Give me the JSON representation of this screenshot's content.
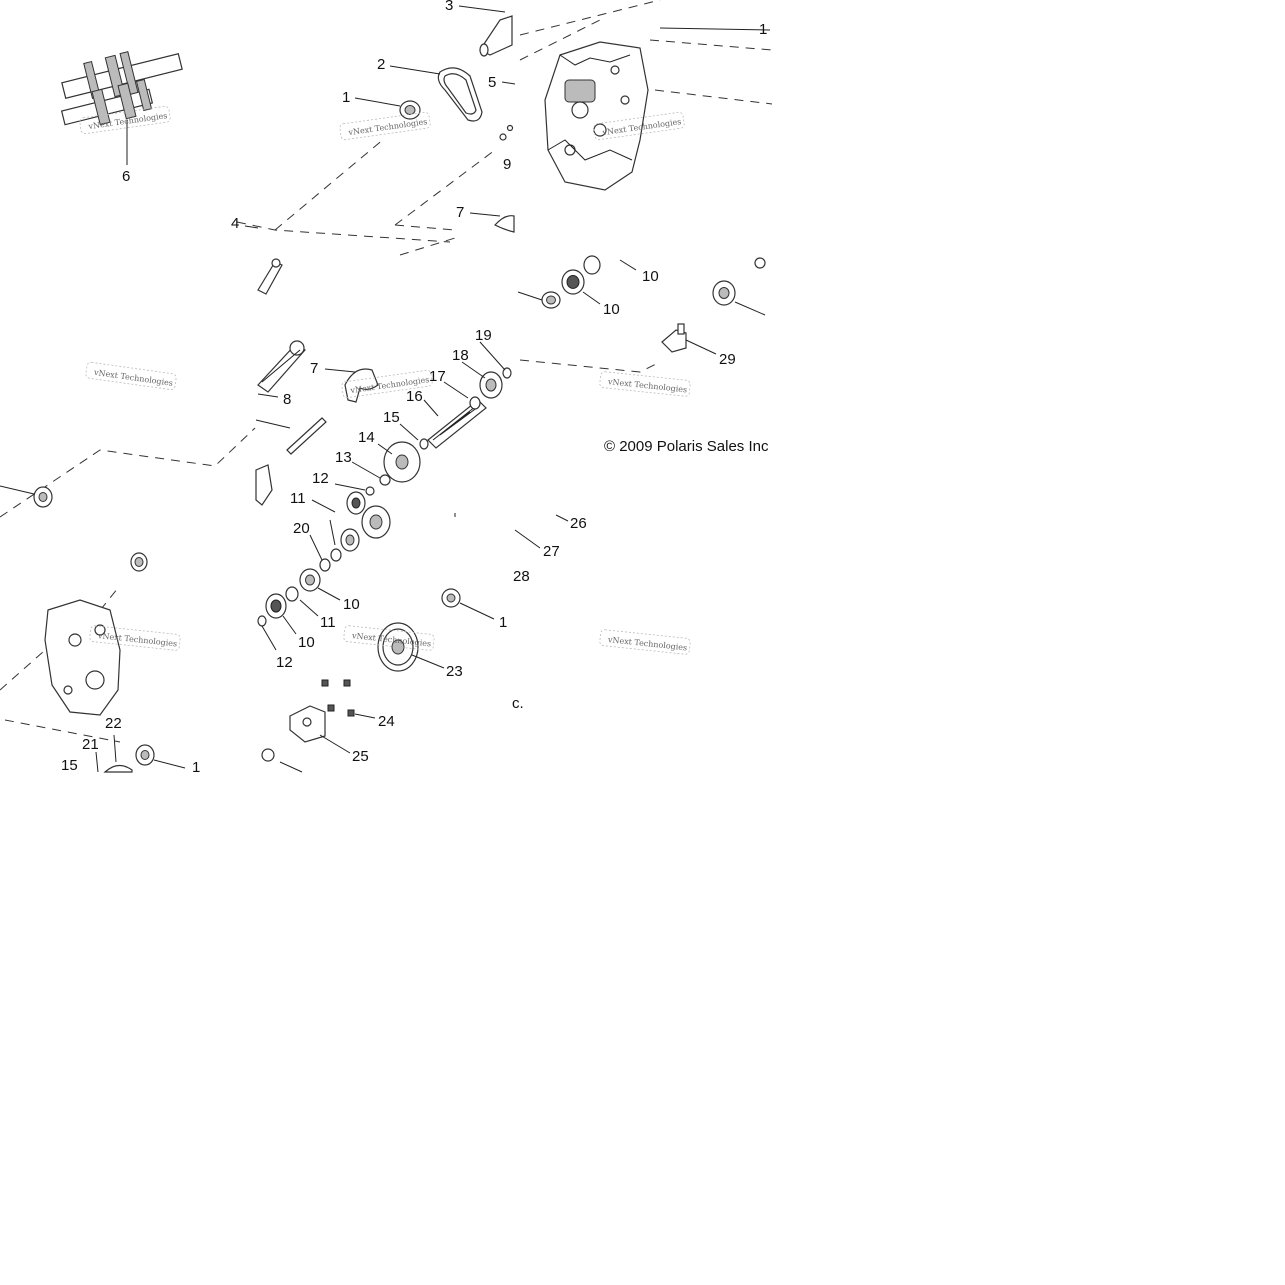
{
  "copyright": "© 2009 Polaris Sales Inc",
  "watermark": "vNext Technologies",
  "callouts": {
    "c1a": "1",
    "c1b": "1",
    "c1c": "1",
    "c1d": "1",
    "c2": "2",
    "c3": "3",
    "c4": "4",
    "c5": "5",
    "c6": "6",
    "c7a": "7",
    "c7b": "7",
    "c8": "8",
    "c9": "9",
    "c10a": "10",
    "c10b": "10",
    "c10c": "10",
    "c10d": "10",
    "c11a": "11",
    "c11b": "11",
    "c12a": "12",
    "c12b": "12",
    "c13": "13",
    "c14": "14",
    "c15a": "15",
    "c15b": "15",
    "c16": "16",
    "c17": "17",
    "c18": "18",
    "c19": "19",
    "c20": "20",
    "c21": "21",
    "c22": "22",
    "c23": "23",
    "c24": "24",
    "c25": "25",
    "c26": "26",
    "c27": "27",
    "c28": "28",
    "c29": "29",
    "cC": "c."
  }
}
